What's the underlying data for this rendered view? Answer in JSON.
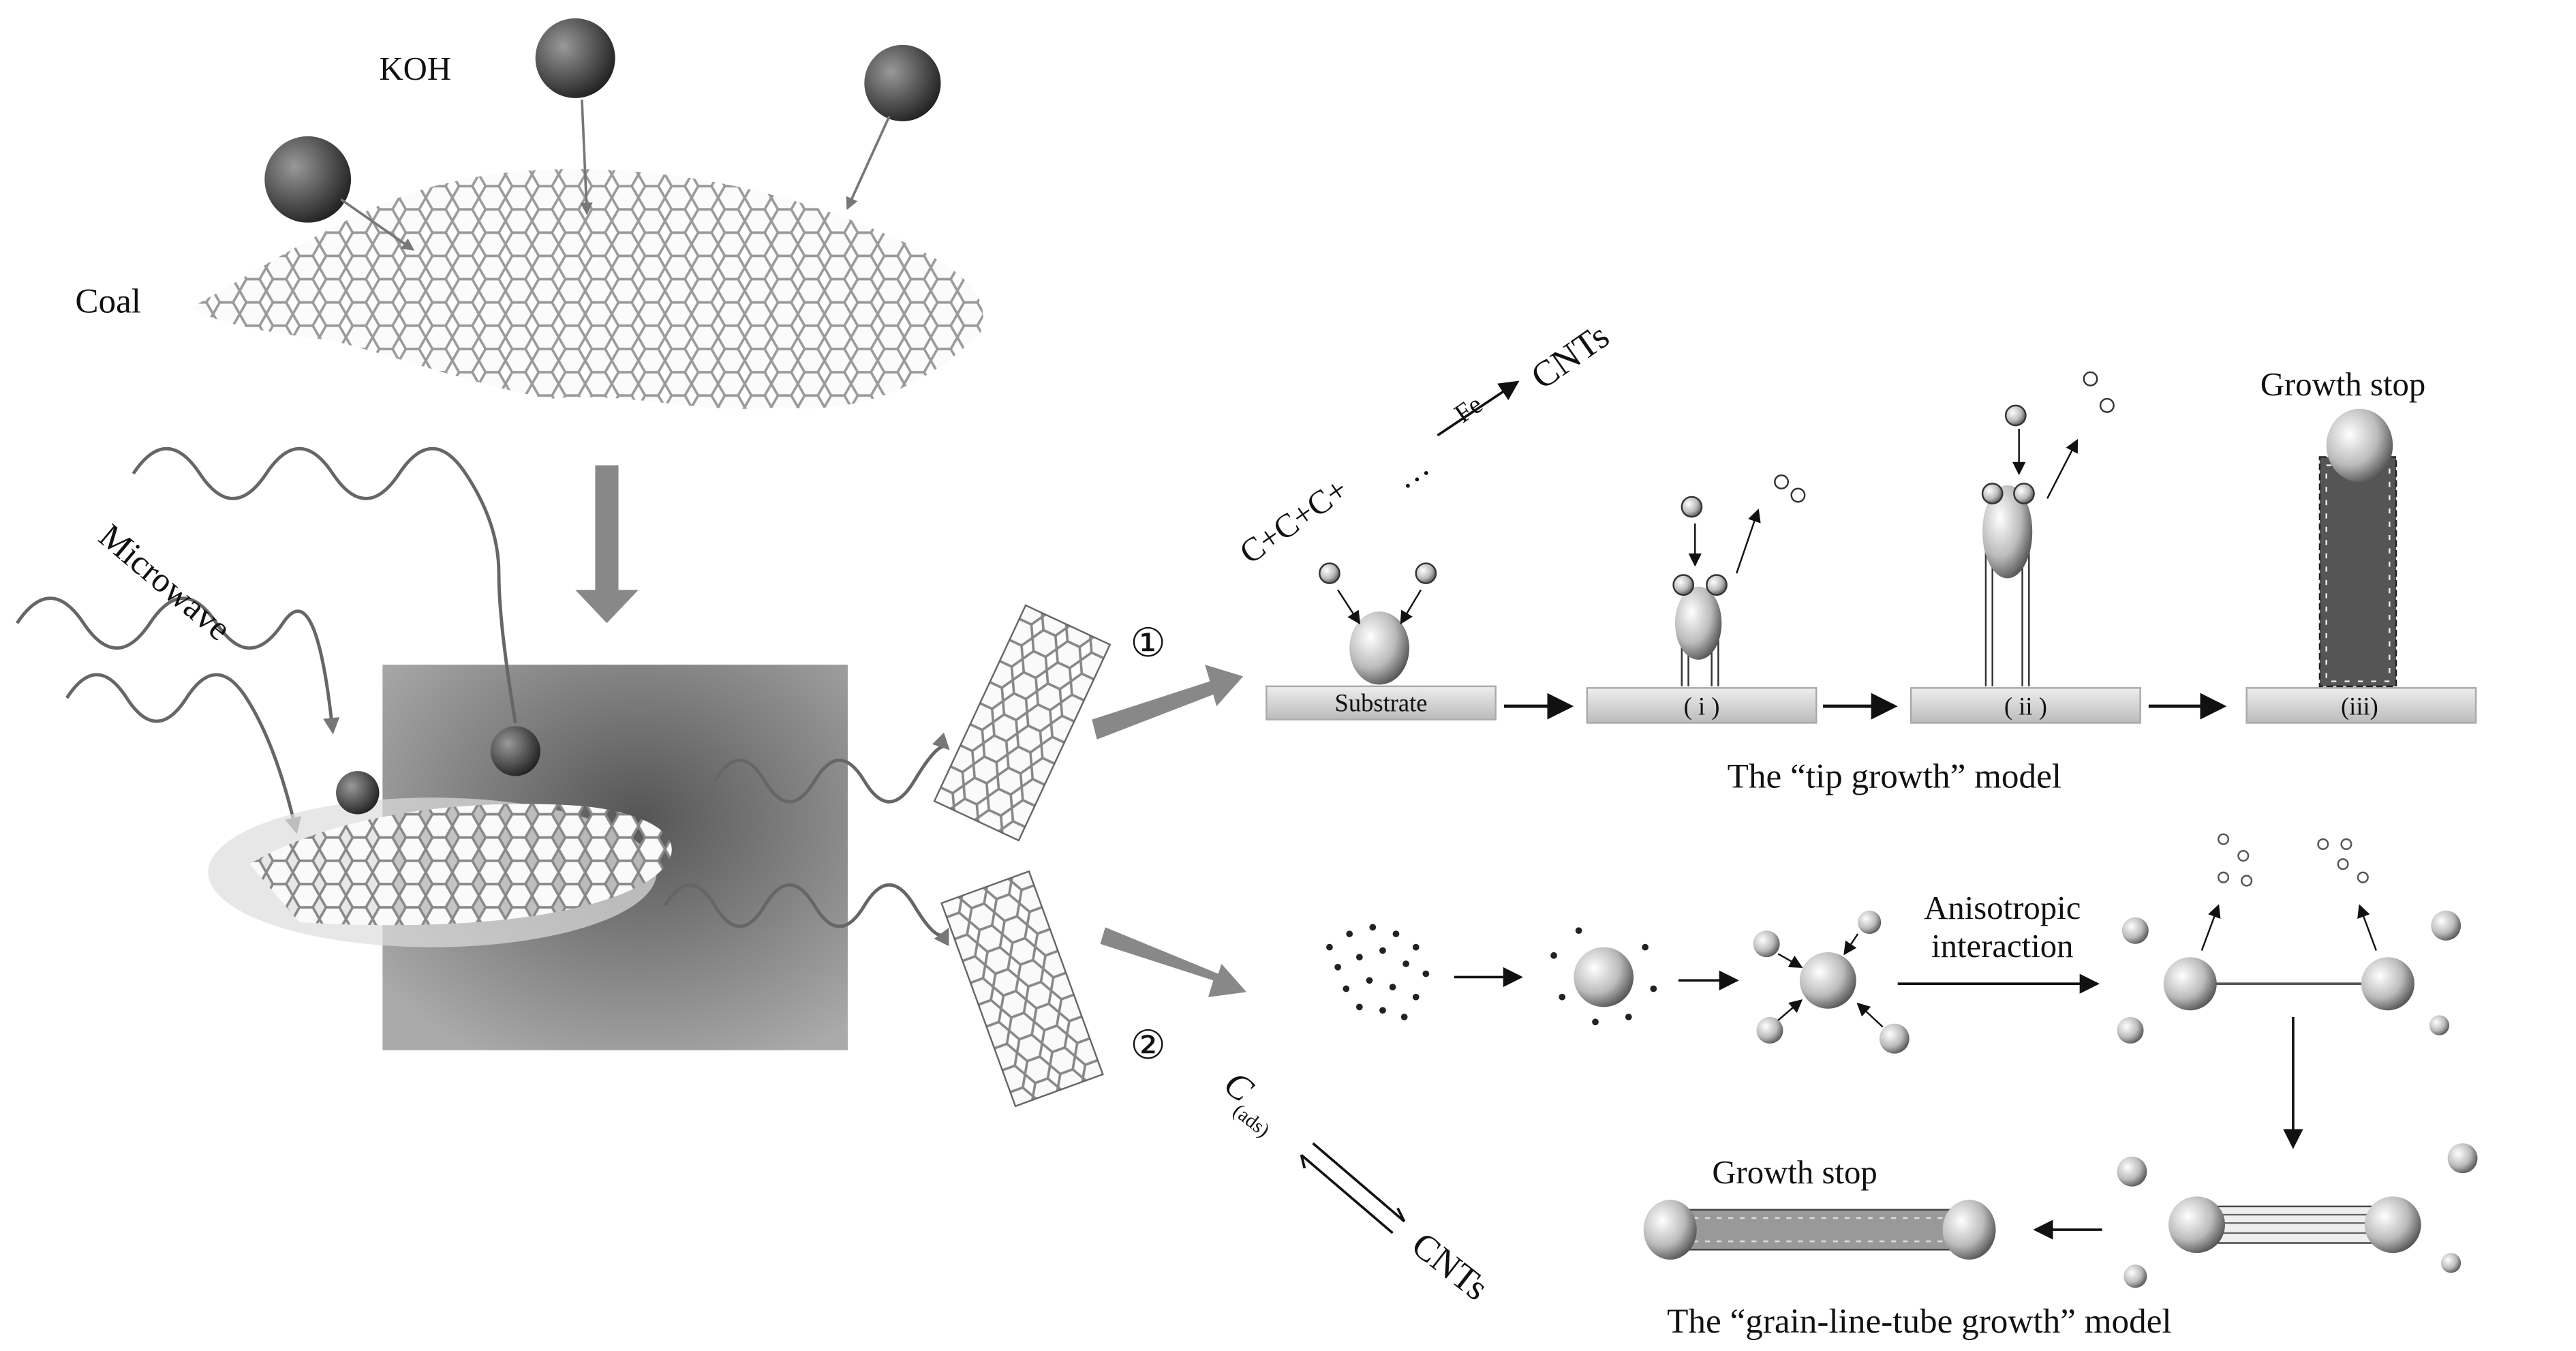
{
  "labels": {
    "koh": "KOH",
    "coal": "Coal",
    "microwave": "Microwave",
    "route1": "①",
    "route2": "②",
    "carbon_chain": "C+C+C+",
    "ellipsis": "…",
    "catalyst": "Fe",
    "cnts_top": "CNTs",
    "growth_stop_top": "Growth stop",
    "substrate": "Substrate",
    "stage_i": "( i )",
    "stage_ii": "( ii )",
    "stage_iii": "(iii)",
    "tip_model": "The “tip growth” model",
    "anisotropic_1": "Anisotropic",
    "anisotropic_2": "interaction",
    "c_ads": "C",
    "c_ads_sub": "(ads)",
    "cnts_bottom": "CNTs",
    "growth_stop_bottom": "Growth stop",
    "grain_model": "The “grain-line-tube growth” model"
  }
}
